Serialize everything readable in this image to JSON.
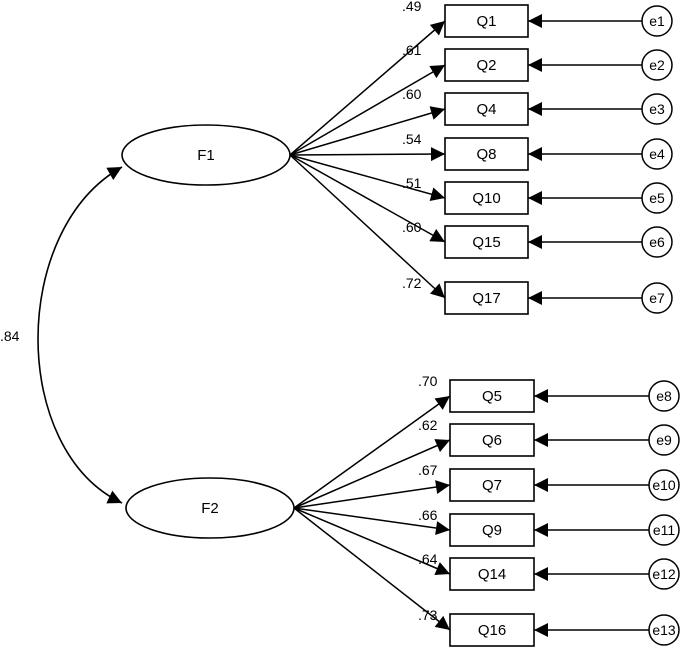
{
  "factors": [
    {
      "id": "F1",
      "label": "F1"
    },
    {
      "id": "F2",
      "label": "F2"
    }
  ],
  "correlation": {
    "between": [
      "F1",
      "F2"
    ],
    "value": ".84"
  },
  "indicators": [
    {
      "label": "Q1",
      "factor": "F1",
      "loading": ".49",
      "error": "e1"
    },
    {
      "label": "Q2",
      "factor": "F1",
      "loading": ".61",
      "error": "e2"
    },
    {
      "label": "Q4",
      "factor": "F1",
      "loading": ".60",
      "error": "e3"
    },
    {
      "label": "Q8",
      "factor": "F1",
      "loading": ".54",
      "error": "e4"
    },
    {
      "label": "Q10",
      "factor": "F1",
      "loading": ".51",
      "error": "e5"
    },
    {
      "label": "Q15",
      "factor": "F1",
      "loading": ".60",
      "error": "e6"
    },
    {
      "label": "Q17",
      "factor": "F1",
      "loading": ".72",
      "error": "e7"
    },
    {
      "label": "Q5",
      "factor": "F2",
      "loading": ".70",
      "error": "e8"
    },
    {
      "label": "Q6",
      "factor": "F2",
      "loading": ".62",
      "error": "e9"
    },
    {
      "label": "Q7",
      "factor": "F2",
      "loading": ".67",
      "error": "e10"
    },
    {
      "label": "Q9",
      "factor": "F2",
      "loading": ".66",
      "error": "e11"
    },
    {
      "label": "Q14",
      "factor": "F2",
      "loading": ".64",
      "error": "e12"
    },
    {
      "label": "Q16",
      "factor": "F2",
      "loading": ".73",
      "error": "e13"
    }
  ]
}
